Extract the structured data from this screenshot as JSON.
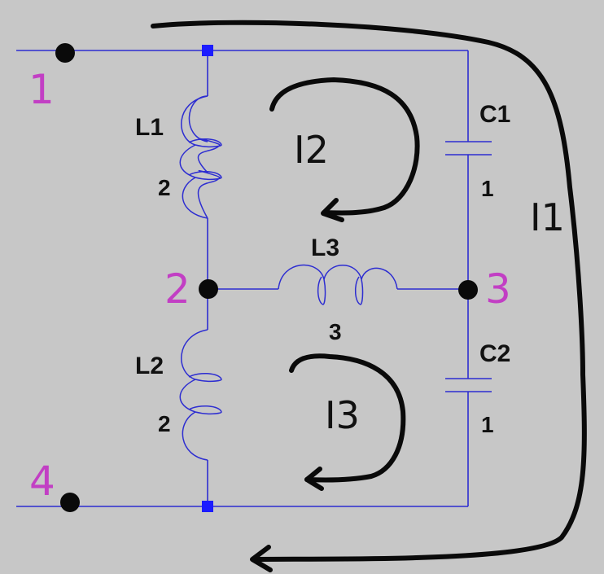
{
  "nodes": {
    "n1": "1",
    "n2": "2",
    "n3": "3",
    "n4": "4"
  },
  "components": {
    "L1": {
      "label": "L1",
      "value": "2"
    },
    "L2": {
      "label": "L2",
      "value": "2"
    },
    "L3": {
      "label": "L3",
      "value": "3"
    },
    "C1": {
      "label": "C1",
      "value": "1"
    },
    "C2": {
      "label": "C2",
      "value": "1"
    }
  },
  "loops": {
    "I1": "I1",
    "I2": "I2",
    "I3": "I3"
  },
  "colors": {
    "background": "#c7c7c7",
    "wire": "#2d2dd1",
    "node_label": "#c23fc4",
    "text": "#111111"
  }
}
